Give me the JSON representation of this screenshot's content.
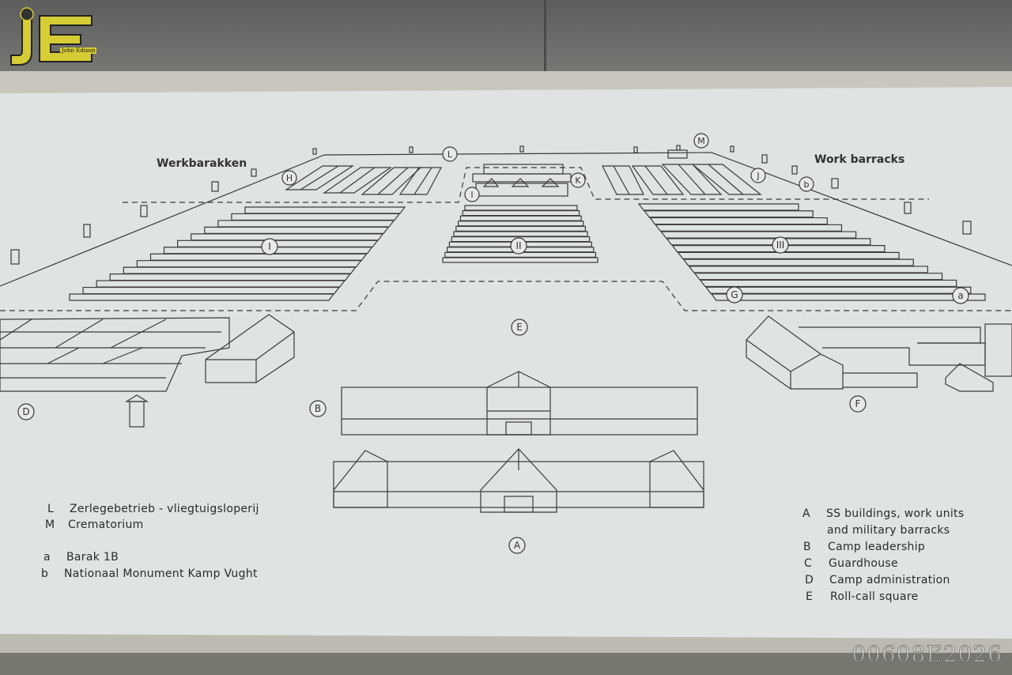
{
  "sign": {
    "header_nl": "Werkbarakken",
    "header_en": "Work barracks",
    "markers": {
      "L": "L",
      "M": "M",
      "H": "H",
      "I_small": "I",
      "K": "K",
      "J": "J",
      "b": "b",
      "I": "I",
      "II": "II",
      "III": "III",
      "G": "G",
      "a": "a",
      "E": "E",
      "D": "D",
      "B": "B",
      "F": "F",
      "A": "A"
    },
    "legend_left": [
      {
        "key": "L",
        "text": "Zerlegebetrieb - vliegtuigsloperij"
      },
      {
        "key": "M",
        "text": "Crematorium"
      },
      {
        "key": "a",
        "text": "Barak 1B"
      },
      {
        "key": "b",
        "text": "Nationaal Monument Kamp Vught"
      }
    ],
    "legend_right": [
      {
        "key": "A",
        "text": "SS buildings, work units",
        "text2": "and military barracks"
      },
      {
        "key": "B",
        "text": "Camp leadership"
      },
      {
        "key": "C",
        "text": "Guardhouse"
      },
      {
        "key": "D",
        "text": "Camp administration"
      },
      {
        "key": "E",
        "text": "Roll-call square"
      }
    ]
  },
  "logo": {
    "letters": "JE",
    "name": "John Edison"
  },
  "watermark": "00608E2026",
  "colors": {
    "plaque": "#dfe3e2",
    "line": "#3a3a3a",
    "stone": "#6f6f6d",
    "logo": "#d6cc35"
  }
}
